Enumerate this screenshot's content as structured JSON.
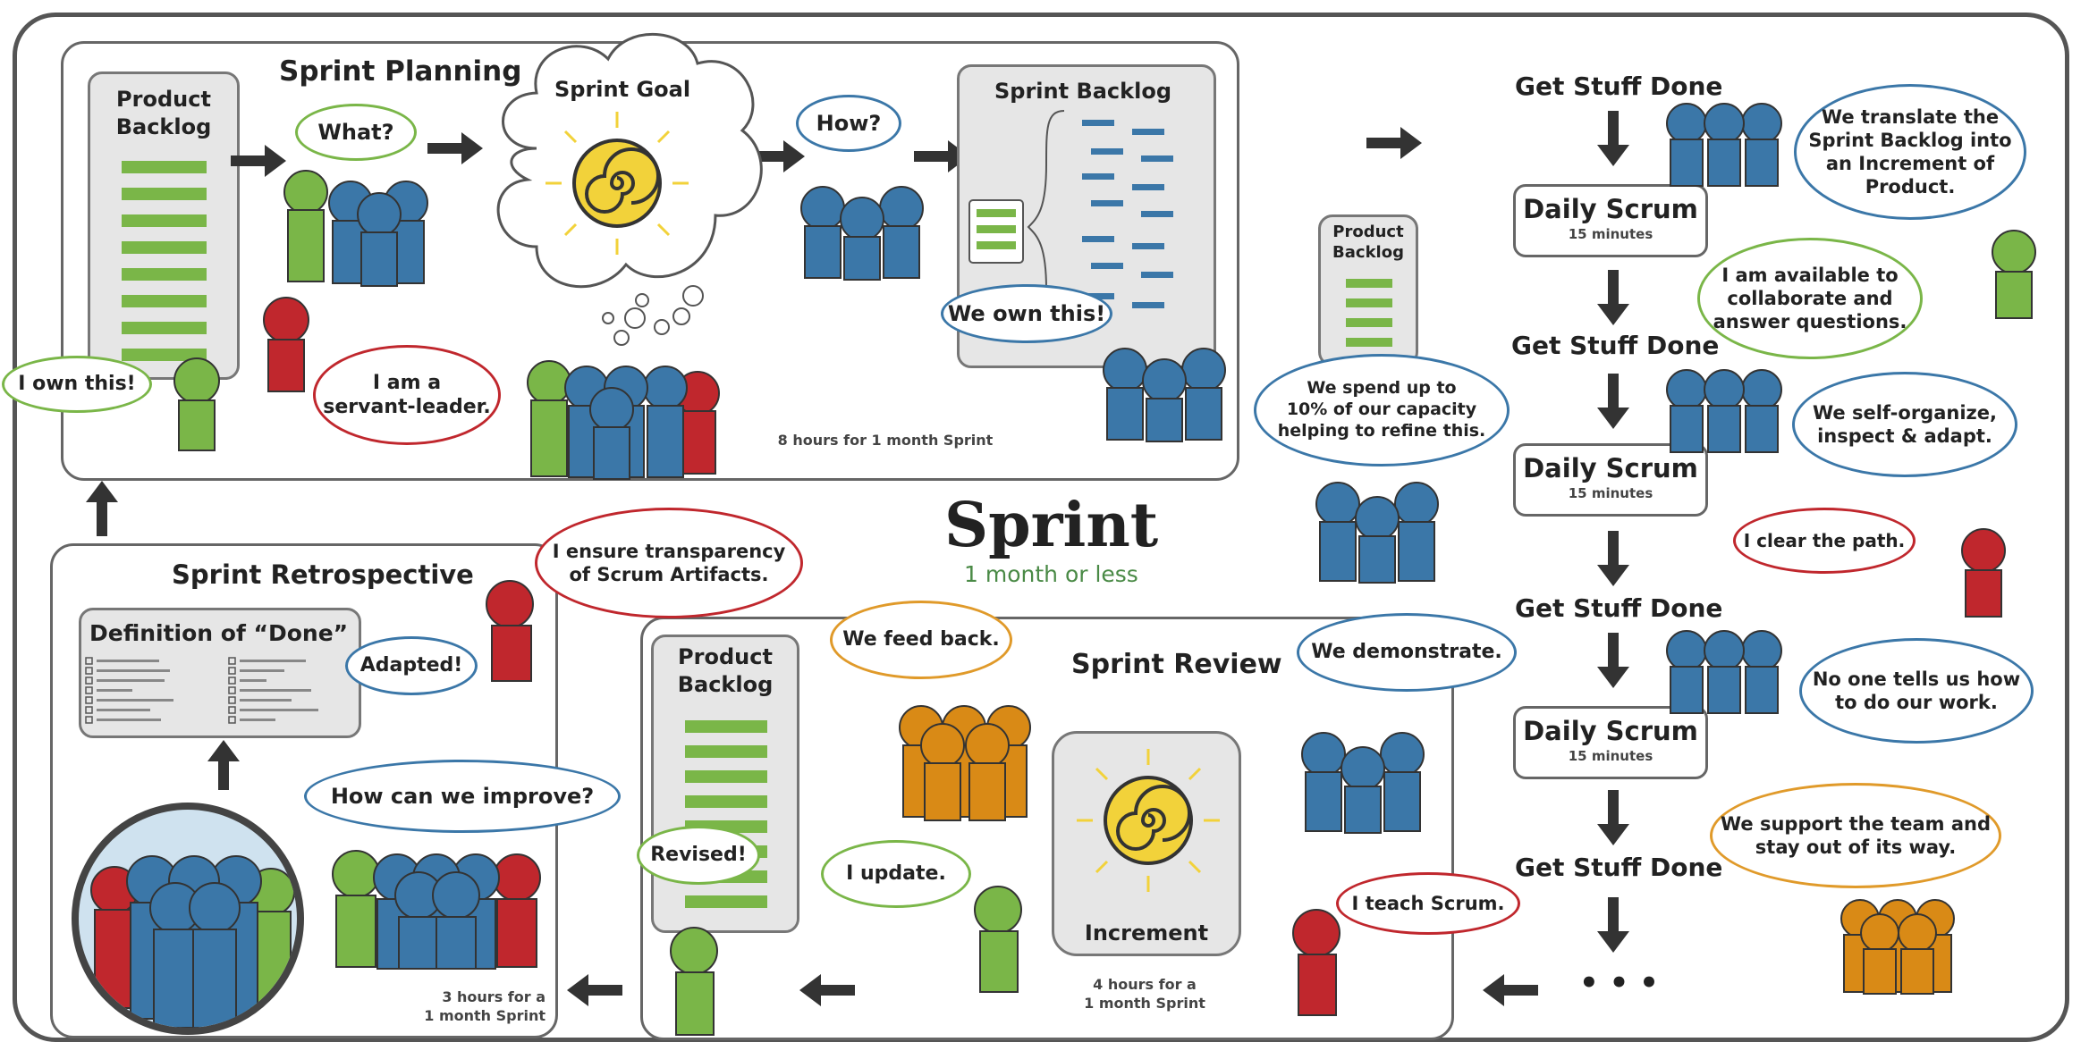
{
  "colors": {
    "green": "#7ab648",
    "blue": "#3b77a8",
    "red": "#c0272d",
    "orange": "#d98a16",
    "bar_green": "#7ab648",
    "bar_blue": "#3b77a8",
    "gray": "#e6e6e6"
  },
  "center": {
    "title": "Sprint",
    "subtitle": "1 month or less"
  },
  "planning": {
    "title": "Sprint Planning",
    "product_backlog": [
      "Product",
      "Backlog"
    ],
    "what": "What?",
    "sprint_goal": "Sprint Goal",
    "how": "How?",
    "sprint_backlog": "Sprint Backlog",
    "we_own_this": "We own this!",
    "i_own_this": "I own this!",
    "servant_leader": [
      "I am a",
      "servant-leader."
    ],
    "duration": "8 hours for 1 month Sprint"
  },
  "middle": {
    "product_backlog": [
      "Product",
      "Backlog"
    ],
    "refine": [
      "We spend up to",
      "10% of our capacity",
      "helping to refine this."
    ]
  },
  "daily": {
    "get_stuff_done": "Get Stuff Done",
    "daily_scrum": "Daily Scrum",
    "minutes": "15 minutes",
    "ellipsis": "• • •",
    "b1": [
      "We translate the",
      "Sprint Backlog into",
      "an Increment of",
      "Product."
    ],
    "b2": [
      "I am available to",
      "collaborate and",
      "answer questions."
    ],
    "b3": [
      "We self-organize,",
      "inspect & adapt."
    ],
    "b4": "I clear the path.",
    "b5": [
      "No one tells us how",
      "to do our work."
    ],
    "b6": [
      "We support the team and",
      "stay out of its way."
    ]
  },
  "review": {
    "title": "Sprint Review",
    "product_backlog": [
      "Product",
      "Backlog"
    ],
    "revised": "Revised!",
    "we_feed_back": "We feed back.",
    "i_update": "I update.",
    "increment": "Increment",
    "we_demonstrate": "We demonstrate.",
    "i_teach": "I teach Scrum.",
    "duration": [
      "4 hours for a",
      "1 month Sprint"
    ]
  },
  "retro": {
    "title": "Sprint Retrospective",
    "dod": "Definition of “Done”",
    "adapted": "Adapted!",
    "improve": "How can we improve?",
    "transparency": [
      "I ensure transparency",
      "of Scrum Artifacts."
    ],
    "duration": [
      "3 hours for a",
      "1 month Sprint"
    ]
  }
}
